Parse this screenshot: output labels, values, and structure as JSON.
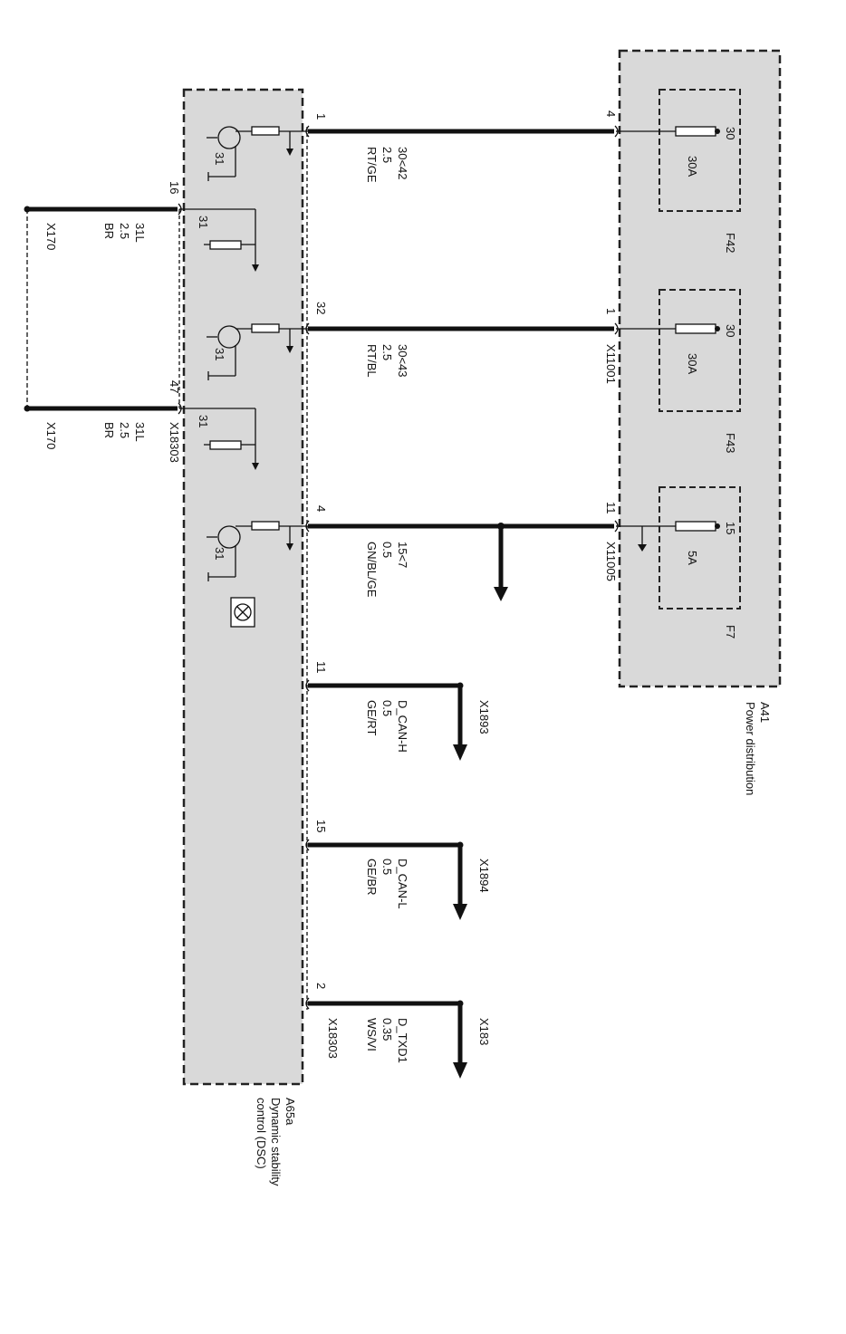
{
  "modules": {
    "dsc": {
      "code": "A65a",
      "line1": "Dynamic stability",
      "line2": "control (DSC)",
      "connector": "X18303",
      "ground": "31"
    },
    "power": {
      "code": "A41",
      "name": "Power distribution"
    }
  },
  "fuses": [
    {
      "id": "F42",
      "rating": "30A",
      "terminal": "30"
    },
    {
      "id": "F43",
      "rating": "30A",
      "terminal": "30"
    },
    {
      "id": "F7",
      "rating": "5A",
      "terminal": "15"
    }
  ],
  "wires": [
    {
      "pin": "1",
      "signal": "30<42",
      "gauge": "2.5",
      "color": "RT/GE",
      "far_pin": "4",
      "connector": ""
    },
    {
      "pin": "32",
      "signal": "30<43",
      "gauge": "2.5",
      "color": "RT/BL",
      "far_pin": "1",
      "connector": "X11001"
    },
    {
      "pin": "4",
      "signal": "15<7",
      "gauge": "0.5",
      "color": "GN/BL/GE",
      "far_pin": "11",
      "connector": "X11005"
    },
    {
      "pin": "11",
      "signal": "D_CAN-H",
      "gauge": "0.5",
      "color": "GE/RT",
      "far_pin": "",
      "connector": "X1893"
    },
    {
      "pin": "15",
      "signal": "D_CAN-L",
      "gauge": "0.5",
      "color": "GE/BR",
      "far_pin": "",
      "connector": "X1894"
    },
    {
      "pin": "2",
      "signal": "D_TXD1",
      "gauge": "0.35",
      "color": "WS/VI",
      "far_pin": "",
      "connector": "X183"
    }
  ],
  "grounds": [
    {
      "pin": "16",
      "signal": "31L",
      "gauge": "2.5",
      "color": "BR",
      "connector": "X170"
    },
    {
      "pin": "47",
      "signal": "31L",
      "gauge": "2.5",
      "color": "BR",
      "connector": "X170"
    }
  ],
  "ground_connector": "X18303",
  "bottom_connector": "X18303"
}
